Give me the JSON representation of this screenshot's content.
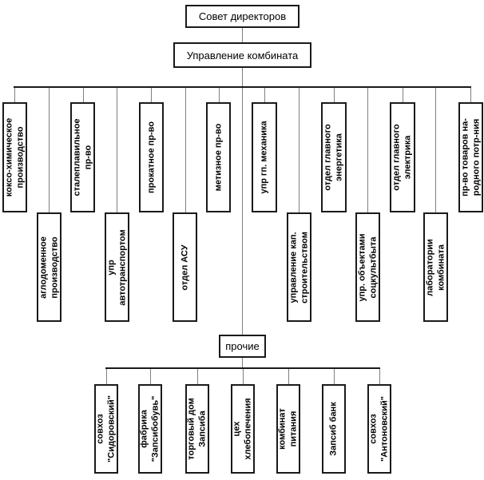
{
  "diagram": {
    "root_label": "Совет директоров",
    "management_label": "Управление комбината",
    "other_label": "прочие"
  },
  "colors": {
    "background": "#ffffff",
    "box_border": "#1a1a1a",
    "box_fill": "#ffffff",
    "connector": "#808080",
    "tier_rail": "#1a1a1a",
    "text": "#000000"
  },
  "tier1": [
    {
      "lines": [
        "коксо-химическое",
        "производство"
      ]
    },
    {
      "lines": [
        "аглодоменное",
        "производство"
      ]
    },
    {
      "lines": [
        "сталеплавильное",
        "пр-во"
      ]
    },
    {
      "lines": [
        "упр",
        "автотранспортом"
      ]
    },
    {
      "lines": [
        "прокатное пр-во"
      ]
    },
    {
      "lines": [
        "отдел АСУ"
      ]
    },
    {
      "lines": [
        "метизное пр-во"
      ]
    },
    {
      "lines": [
        "упр гп. механика"
      ]
    },
    {
      "lines": [
        "управление кап.",
        "строительством"
      ]
    },
    {
      "lines": [
        "отдел главного",
        "энергетика"
      ]
    },
    {
      "lines": [
        "упр. объектами",
        "соцкультбыта"
      ]
    },
    {
      "lines": [
        "отдел главного",
        "электрика"
      ]
    },
    {
      "lines": [
        "лаборатории",
        "комбината"
      ]
    },
    {
      "lines": [
        "пр-во товаров на-",
        "родного потр-ния"
      ]
    }
  ],
  "tier2": [
    {
      "lines": [
        "совхоз",
        "\"Сидоровский\""
      ]
    },
    {
      "lines": [
        "фабрика",
        "\"Запсибобувь\""
      ]
    },
    {
      "lines": [
        "торговый дом",
        "Запсиба"
      ]
    },
    {
      "lines": [
        "цех",
        "хлебопечения"
      ]
    },
    {
      "lines": [
        "комбинат",
        "питания"
      ]
    },
    {
      "lines": [
        "Запсиб банк"
      ]
    },
    {
      "lines": [
        "совхоз",
        "\"Антоновский\""
      ]
    }
  ]
}
